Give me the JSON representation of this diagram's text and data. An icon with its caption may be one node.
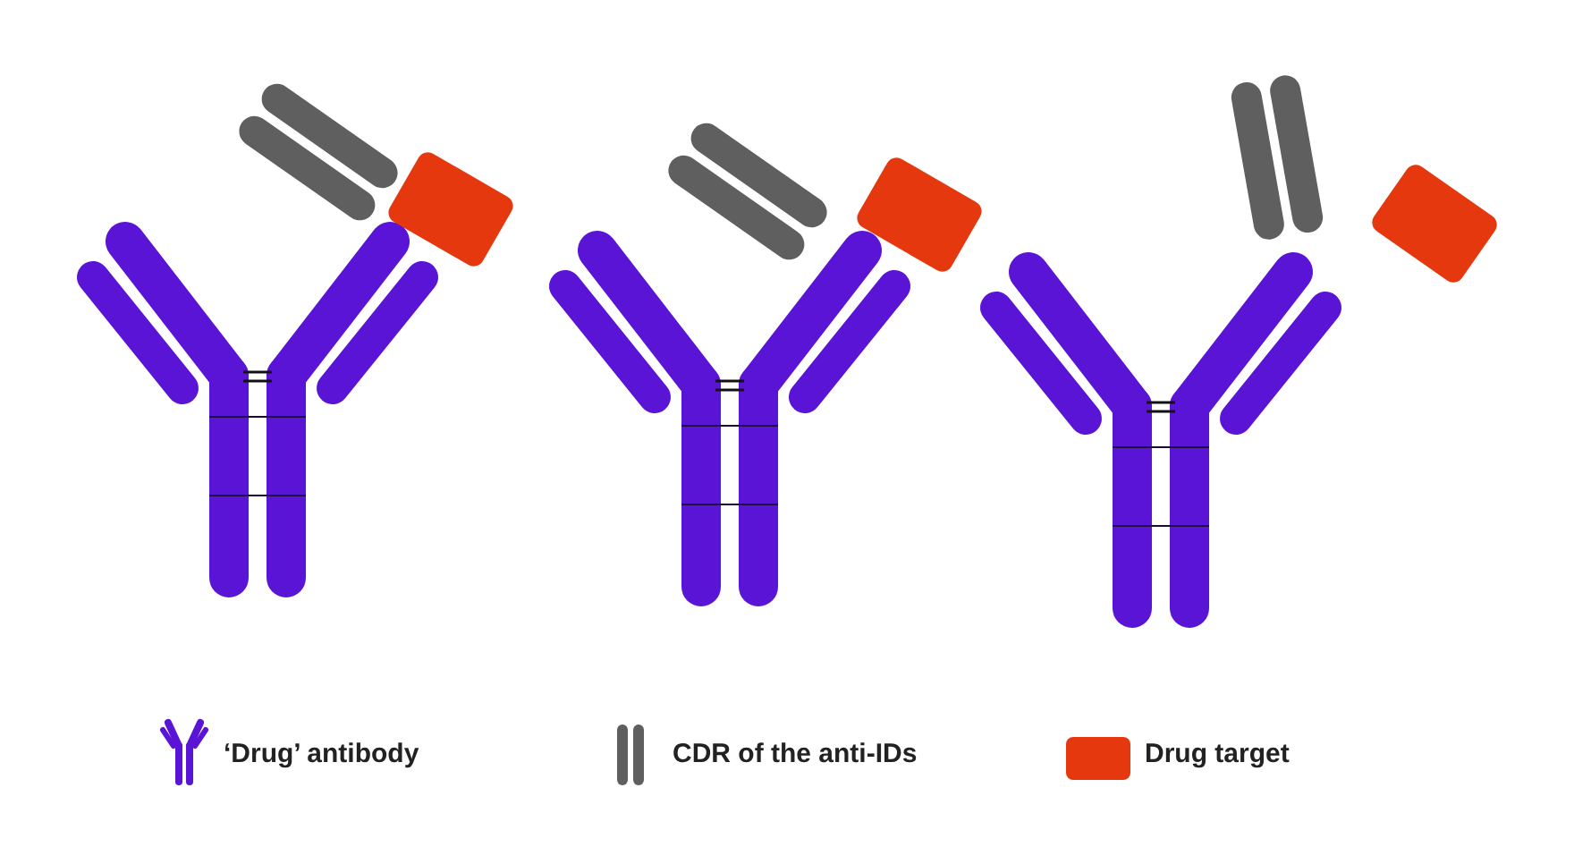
{
  "diagram": {
    "legend": [
      {
        "text": "‘Drug’ antibody"
      },
      {
        "text": "CDR of the anti-IDs"
      },
      {
        "text": "Drug target",
        "color": "#e5380f"
      }
    ]
  }
}
